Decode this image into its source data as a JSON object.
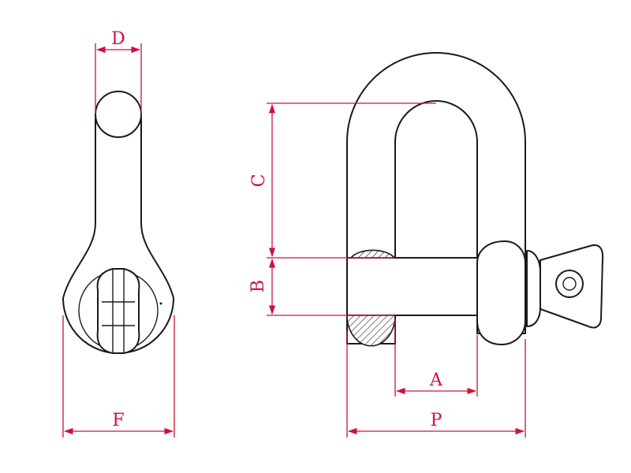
{
  "dimension_color": "#d0103a",
  "outline_color": "#1a1a1a",
  "labels": {
    "D": "D",
    "F": "F",
    "C": "C",
    "B": "B",
    "A": "A",
    "P": "P"
  }
}
